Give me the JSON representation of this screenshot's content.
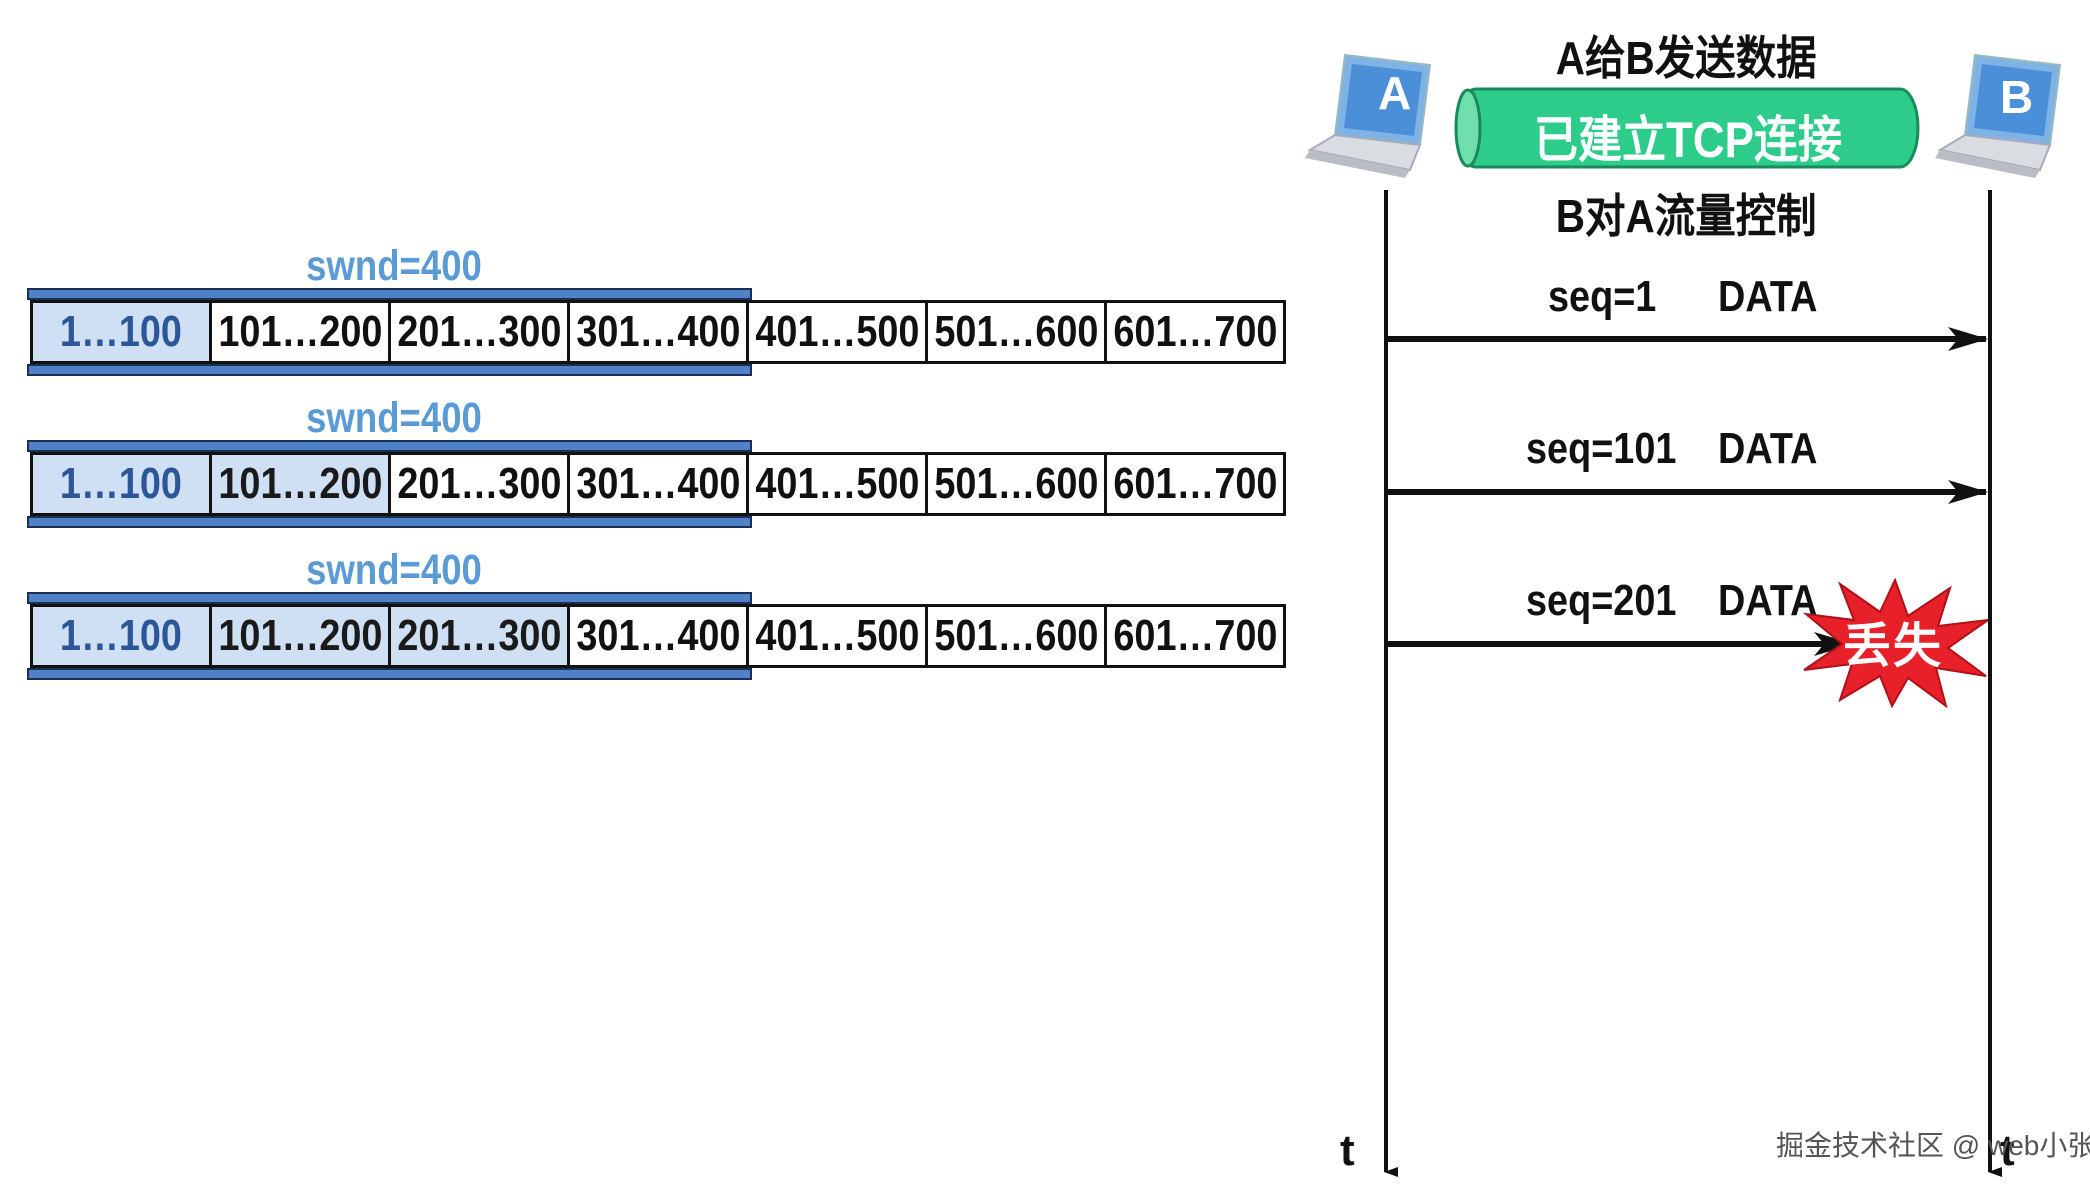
{
  "header": {
    "title": "A给B发送数据",
    "connection": "已建立TCP连接",
    "subtitle": "B对A流量控制"
  },
  "hosts": {
    "a": "A",
    "b": "B"
  },
  "time_label_a": "t",
  "time_label_b": "t",
  "windows": [
    {
      "swnd_label": "swnd=400",
      "sent_count": 1,
      "segments": [
        "1…100",
        "101…200",
        "201…300",
        "301…400",
        "401…500",
        "501…600",
        "601…700"
      ]
    },
    {
      "swnd_label": "swnd=400",
      "sent_count": 2,
      "segments": [
        "1…100",
        "101…200",
        "201…300",
        "301…400",
        "401…500",
        "501…600",
        "601…700"
      ]
    },
    {
      "swnd_label": "swnd=400",
      "sent_count": 3,
      "segments": [
        "1…100",
        "101…200",
        "201…300",
        "301…400",
        "401…500",
        "501…600",
        "601…700"
      ]
    }
  ],
  "messages": [
    {
      "seq": "seq=1",
      "type": "DATA",
      "lost": false
    },
    {
      "seq": "seq=101",
      "type": "DATA",
      "lost": false
    },
    {
      "seq": "seq=201",
      "type": "DATA",
      "lost": true,
      "lost_label": "丢失"
    }
  ],
  "watermark": "掘金技术社区 @ web小张",
  "colors": {
    "window_blue": "#4f81c7",
    "window_fill": "#cfe0f5",
    "swnd_text": "#5b9bd5",
    "tcp_green": "#2ecc8a",
    "lost_red": "#e8202a"
  }
}
